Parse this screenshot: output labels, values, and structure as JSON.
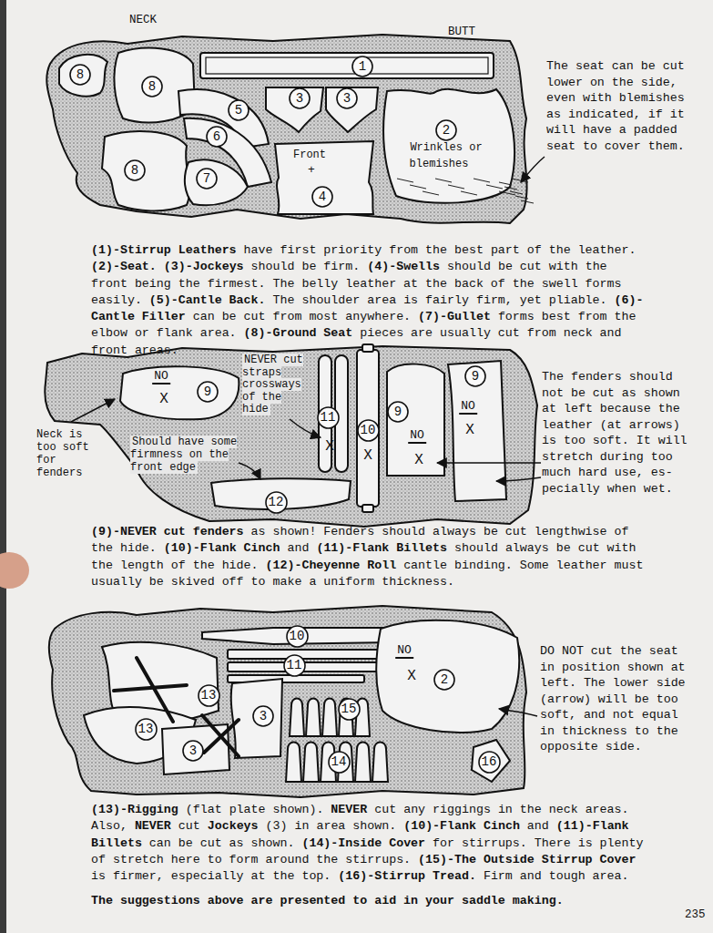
{
  "diagram": {
    "nodes": [
      {
        "text": [
          "8"
        ]
      },
      {
        "text": [
          "8"
        ]
      },
      {
        "text": [
          "1"
        ]
      },
      {
        "text": [
          "5"
        ]
      },
      {
        "text": [
          "3"
        ]
      },
      {
        "text": [
          "3"
        ]
      },
      {
        "text": [
          "6"
        ]
      },
      {
        "text": [
          "2"
        ]
      },
      {
        "text": [
          "8"
        ]
      },
      {
        "text": [
          "7"
        ]
      },
      {
        "text": [
          "4"
        ]
      },
      {
        "text": [
          "9"
        ]
      },
      {
        "text": [
          "11"
        ]
      },
      {
        "text": [
          "10"
        ]
      },
      {
        "text": [
          "9"
        ]
      },
      {
        "text": [
          "9"
        ]
      },
      {
        "text": [
          "12"
        ]
      },
      {
        "text": [
          "10"
        ]
      },
      {
        "text": [
          "11"
        ]
      },
      {
        "text": [
          "2"
        ]
      },
      {
        "text": [
          "13"
        ]
      },
      {
        "text": [
          "3"
        ]
      },
      {
        "text": [
          "15"
        ]
      },
      {
        "text": [
          "13"
        ]
      },
      {
        "text": [
          "3"
        ]
      },
      {
        "text": [
          "14"
        ]
      },
      {
        "text": [
          "16"
        ]
      }
    ],
    "labels": [
      "NECK",
      "BUTT",
      "The seat can be cut lower on the side, even with blemishes as indicated, if it will have a padded seat to cover them.",
      "Front",
      "+",
      "Wrinkles or",
      "blemishes",
      "(1)-Stirrup Leathers",
      "have first priority from the best part of the leather.",
      "(2)-Seat.",
      "(3)-Jockeys",
      "should be firm.",
      "(4)-Swells",
      "should be cut with the front being the firmest. The belly leather at the back of the swell forms easily.",
      "(5)-Cantle Back.",
      "The shoulder area is fairly firm, yet pliable.",
      "(6)-Cantle Filler",
      "can be cut from most anywhere.",
      "(7)-Gullet",
      "forms best from the elbow or flank area.",
      "(8)-Ground Seat",
      "pieces are usually cut from neck and front areas.",
      "NO",
      "X",
      "Neck is too soft for fenders",
      "NEVER cut straps crossways of the hide",
      "X",
      "X",
      "NO",
      "X",
      "NO",
      "X",
      "Should have some firmness on the front edge",
      "The fenders should not be cut as shown at left because the leather (at arrows) is too soft. It will stretch during too much hard use, es- pecially when wet.",
      "(9)-NEVER cut fenders",
      "as shown! Fenders should always be cut lengthwise of the hide.",
      "(10)-Flank Cinch",
      "and",
      "(11)-Flank Billets",
      "should always be cut with the length of the hide.",
      "(12)-Cheyenne Roll",
      "cantle binding. Some leather must usually be skived off to make a uniform thickness.",
      "NO",
      "X",
      "DO NOT cut the seat in position shown at left. The lower side (arrow) will be too soft, and not equal in thickness to the opposite side.",
      "(13)-Rigging",
      "(flat plate shown).",
      "NEVER",
      "cut any riggings in the neck areas. Also,",
      "NEVER",
      "cut",
      "Jockeys",
      "(3) in area shown.",
      "(10)-Flank Cinch",
      "and",
      "(11)-Flank Billets",
      "can be cut as shown.",
      "(14)-Inside Cover",
      "for stirrups. There is plenty of stretch here to form around the stirrups.",
      "(15)-The Outside Stirrup Cover",
      "is firmer, especially at the top.",
      "(16)-Stirrup Tread.",
      "Firm and tough area.",
      "The suggestions above are presented to aid in your saddle making.",
      "235"
    ]
  }
}
